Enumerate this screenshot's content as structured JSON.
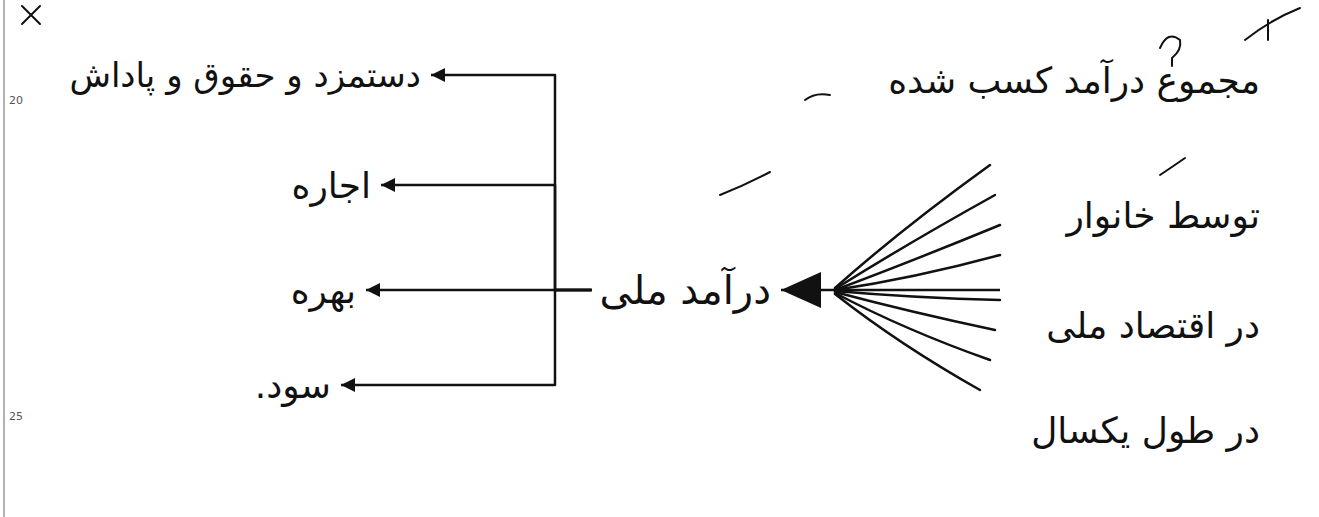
{
  "diagram": {
    "nodes": [
      {
        "text": [
          "مجموع درآمد کسب شده",
          "توسط خانوار",
          "در اقتصاد ملی",
          "در طول یکسال"
        ]
      },
      {
        "text": [
          "درآمد ملی"
        ]
      },
      {
        "text": [
          "دستمزد و حقوق و پاداش"
        ]
      },
      {
        "text": [
          "اجاره"
        ]
      },
      {
        "text": [
          "بهره"
        ]
      },
      {
        "text": [
          "سود."
        ]
      }
    ],
    "edges": [
      {
        "from": 0,
        "to": 1,
        "arrow": "to"
      },
      {
        "from": 1,
        "to": 2,
        "arrow": "to"
      },
      {
        "from": 1,
        "to": 3,
        "arrow": "to"
      },
      {
        "from": 1,
        "to": 4,
        "arrow": "to"
      },
      {
        "from": 1,
        "to": 5,
        "arrow": "to"
      }
    ],
    "labels": [
      "20",
      "25"
    ]
  }
}
